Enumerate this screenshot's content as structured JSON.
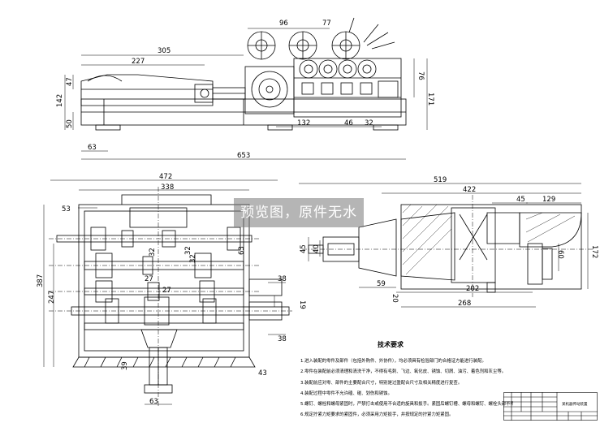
{
  "watermark": "预览图，原件无水印",
  "front_view": {
    "dims": [
      "96",
      "77",
      "305",
      "227",
      "47",
      "142",
      "50",
      "63",
      "653",
      "76",
      "171",
      "132",
      "46",
      "32"
    ]
  },
  "top_view": {
    "dims": [
      "472",
      "338",
      "53",
      "387",
      "247",
      "32",
      "63",
      "27",
      "27",
      "38",
      "19",
      "38",
      "39",
      "43",
      "63",
      "32",
      "32"
    ]
  },
  "side_view": {
    "dims": [
      "519",
      "422",
      "45",
      "129",
      "45",
      "40",
      "59",
      "202",
      "20",
      "268",
      "172",
      "60"
    ]
  },
  "requirements": {
    "title": "技术要求",
    "items": [
      "1.进入装配的零件及部件（包括外购件、外协件），均必须具有检验部门的合格证方能进行装配。",
      "2.零件在装配前必须清理和清洗干净，不得有毛刺、飞边、氧化皮、锈蚀、切屑、油污、着色剂和灰尘等。",
      "3.装配前应对零、部件的主要配合尺寸，特别是过盈配合尺寸及相关精度进行复查。",
      "4.装配过程中零件不允许磕、碰、划伤和锈蚀。",
      "5.螺钉、螺栓和螺母紧固时，严禁打击或使用不合适的旋具和扳手。紧固后螺钉槽、螺母和螺钉、螺栓头部不得损坏。",
      "6.规定拧紧力矩要求的紧固件，必须采用力矩扳手，并按规定的拧紧力矩紧固。"
    ]
  },
  "title_block": {
    "name": "某机器传动装置"
  }
}
